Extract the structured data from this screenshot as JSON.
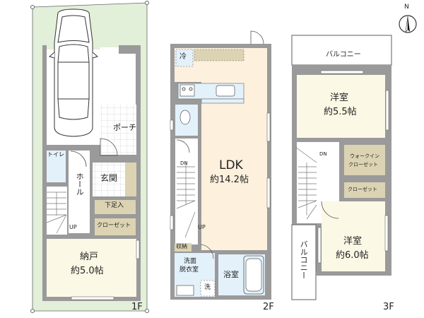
{
  "colors": {
    "lot": "#e2efd9",
    "wall": "#9a9a9a",
    "wall_dark": "#6f6f6f",
    "storage": "#dcd3b3",
    "ldk": "#fdf0dd",
    "wet": "#e3f1fb",
    "room": "#fcf8e6",
    "tile": "#ffffff",
    "grid": "#d7d7d7"
  },
  "compass": {
    "label": "N"
  },
  "floor1": {
    "label": "1F",
    "rooms": {
      "porch": "ポーチ",
      "toilet": "トイレ",
      "hall": "ホール",
      "entrance": "玄関",
      "shoe_storage": "下足入",
      "closet": "クローゼット",
      "storeroom": "納戸",
      "storeroom_size": "約5.0帖"
    },
    "stairs": "UP"
  },
  "floor2": {
    "label": "2F",
    "rooms": {
      "fridge": "冷",
      "ldk": "LDK",
      "ldk_size": "約14.2帖",
      "storage": "収納",
      "washroom": "洗面\n脱衣室",
      "washroom_line1": "洗面",
      "washroom_line2": "脱衣室",
      "washer": "洗",
      "bathroom": "浴室"
    },
    "stairs_dn": "DN",
    "stairs_up": "UP"
  },
  "floor3": {
    "label": "3F",
    "rooms": {
      "balcony_top": "バルコニー",
      "western1": "洋室",
      "western1_size": "約5.5帖",
      "walkin_line1": "ウォークイン",
      "walkin_line2": "クローゼット",
      "closet": "クローゼット",
      "western2": "洋室",
      "western2_size": "約6.0帖",
      "balcony_side": "バルコニー"
    },
    "stairs_dn": "DN"
  }
}
